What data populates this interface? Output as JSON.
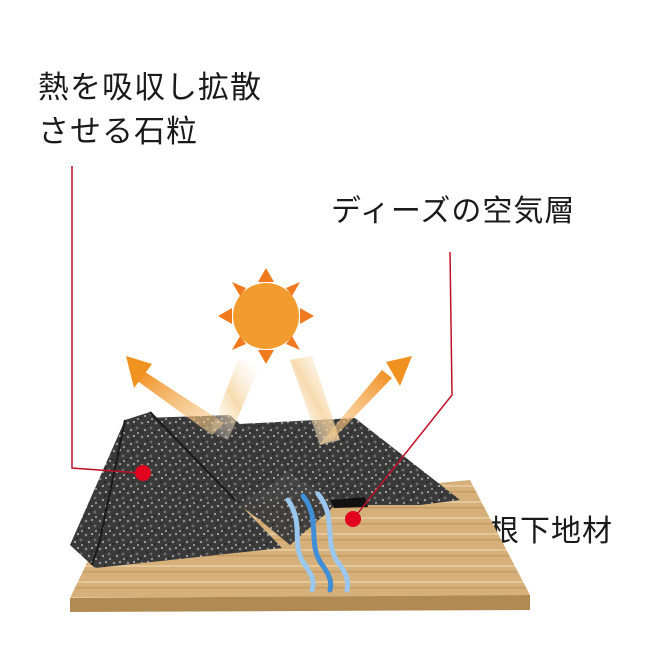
{
  "labels": {
    "stones_line1": "熱を吸収し拡散",
    "stones_line2": "させる石粒",
    "air_layer": "ディーズの空気層",
    "roof_base": "屋根下地材"
  },
  "icons": {
    "sun": "sun-icon",
    "reflect_left": "arrow-up-left-icon",
    "reflect_right": "arrow-up-right-icon",
    "airflow": "airflow-waves-icon"
  },
  "colors": {
    "sun_body": "#f29b2e",
    "sun_rays": "#f07b1e",
    "reflection_arrow": "#f0921f",
    "callout_line": "#c0102a",
    "callout_dot": "#e1001e",
    "shingle": "#3c3c3c",
    "board": "#d9b37a",
    "airflow": "#3f8fd8"
  }
}
